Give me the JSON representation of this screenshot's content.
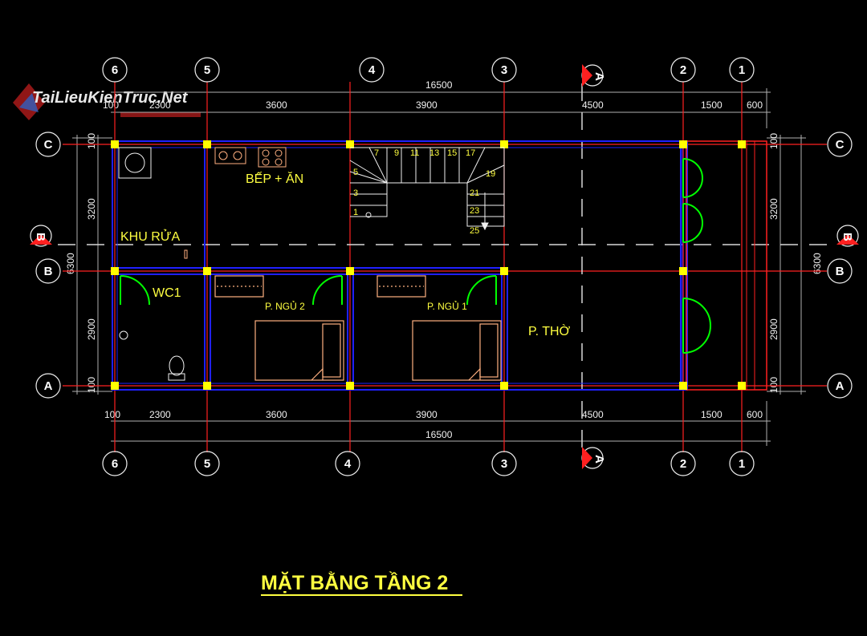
{
  "watermark": {
    "text": "TaiLieuKienTruc.Net"
  },
  "title": "MẶT BẰNG TẦNG 2",
  "grid": {
    "vertical_labels": [
      "6",
      "5",
      "4",
      "3",
      "2",
      "1"
    ],
    "horizontal_labels": [
      "C",
      "B",
      "A"
    ],
    "section_label": "A",
    "side_section_label": "B"
  },
  "dimensions": {
    "total": "16500",
    "spans": [
      "100",
      "2300",
      "3600",
      "3900",
      "4500",
      "1500",
      "600"
    ],
    "total_depth": "6300",
    "depth_spans": [
      "100",
      "3200",
      "2900",
      "100"
    ]
  },
  "rooms": {
    "kitchen": "BẾP + ĂN",
    "wash": "KHU RỬA",
    "wc": "WC1",
    "bed2": "P. NGỦ 2",
    "bed1": "P. NGỦ 1",
    "worship": "P. THỜ"
  },
  "stairs": {
    "upper": [
      "7",
      "9",
      "11",
      "13",
      "15",
      "17"
    ],
    "left": [
      "5",
      "3",
      "1"
    ],
    "right": [
      "19",
      "21",
      "23",
      "25"
    ]
  },
  "colors": {
    "wall_blue": "#2020ff",
    "wall_red": "#ff2020",
    "column_yellow": "#ffff00",
    "door_green": "#00ff00",
    "furniture_salmon": "#ffb080",
    "label_yellow": "#ffff40",
    "dim_line": "#b0b0b0"
  }
}
